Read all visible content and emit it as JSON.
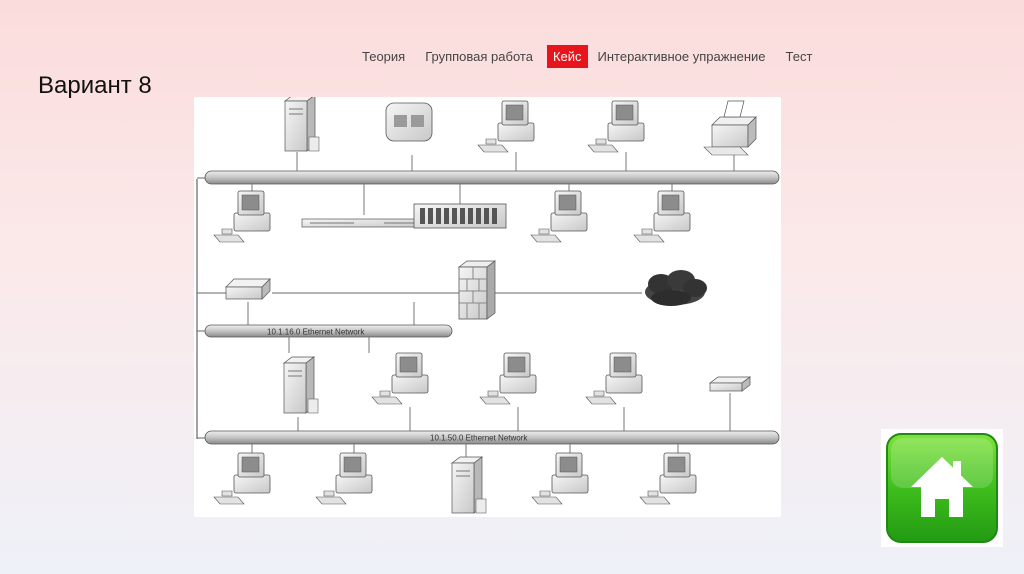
{
  "nav": {
    "items": [
      "Теория",
      "Групповая работа",
      "Кейс",
      "Интерактивное упражнение",
      "Тест"
    ],
    "active_index": 2
  },
  "page_title": "Вариант 8",
  "diagram": {
    "network_labels": [
      "10.1.16.0 Ethernet Network",
      "10.1.50.0 Ethernet Network"
    ]
  },
  "home_icon": "home-icon",
  "colors": {
    "accent": "#e8141c",
    "home_green": "#3ec21a"
  }
}
